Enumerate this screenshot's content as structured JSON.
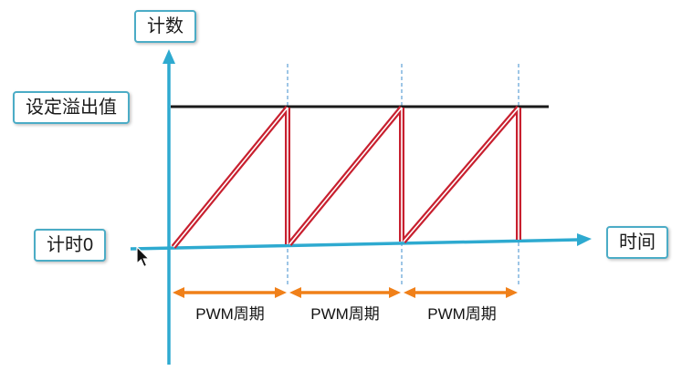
{
  "labels": {
    "y_axis": "计数",
    "overflow": "设定溢出值",
    "origin": "计时0",
    "x_axis": "时间"
  },
  "periods": [
    {
      "label": "PWM周期"
    },
    {
      "label": "PWM周期"
    },
    {
      "label": "PWM周期"
    }
  ],
  "colors": {
    "axis": "#2EAAD0",
    "waveform": "#C8202F",
    "waveform_core": "#ffffff",
    "overflow_line": "#1a1a1a",
    "period_arrow": "#F08019",
    "dashed_guide": "#7FB3DE",
    "box_border": "#4BACC6"
  }
}
